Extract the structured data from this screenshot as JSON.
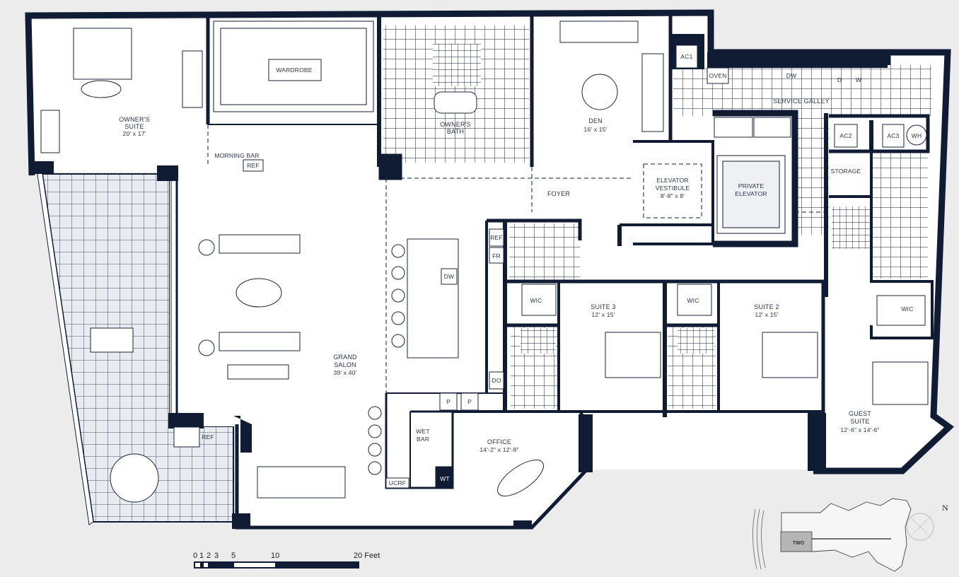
{
  "colors": {
    "wall": "#0f1c33",
    "paper": "#ececec",
    "floor": "#ffffff",
    "keyplan_unit": "#b5b5b5"
  },
  "rooms": {
    "owners_suite": {
      "name": "OWNER'S",
      "name2": "SUITE",
      "dims": "20' x 17'"
    },
    "wardrobe": {
      "name": "WARDROBE"
    },
    "owners_bath": {
      "name": "OWNER'S",
      "name2": "BATH"
    },
    "den": {
      "name": "DEN",
      "dims": "16' x 15'"
    },
    "morning_bar": {
      "name": "MORNING BAR",
      "ref": "REF"
    },
    "service_galley": {
      "name": "SERVICE GALLEY",
      "oven": "OVEN",
      "dw": "DW",
      "dryer": "D",
      "washer": "W"
    },
    "ac1": "AC1",
    "ac2": "AC2",
    "ac3": "AC3",
    "wh": "WH",
    "storage": {
      "name": "STORAGE"
    },
    "elevator_vestibule": {
      "name": "ELEVATOR",
      "name2": "VESTIBULE",
      "dims": "8'-8\" x 8'"
    },
    "private_elevator": {
      "name": "PRIVATE",
      "name2": "ELEVATOR"
    },
    "foyer": {
      "name": "FOYER"
    },
    "kitchen": {
      "ref": "REF",
      "fr": "FR",
      "dw": "DW",
      "do": "DO",
      "p1": "P",
      "p2": "P"
    },
    "suite3": {
      "name": "SUITE 3",
      "dims": "12' x 15'",
      "wic": "WIC"
    },
    "suite2": {
      "name": "SUITE 2",
      "dims": "12' x 15'",
      "wic": "WIC"
    },
    "guest_suite": {
      "name": "GUEST",
      "name2": "SUITE",
      "dims": "12'-6\" x 14'-6\"",
      "wic": "WIC"
    },
    "grand_salon": {
      "name": "GRAND",
      "name2": "SALON",
      "dims": "39' x 40'"
    },
    "wet_bar": {
      "name": "WET",
      "name2": "BAR",
      "wt": "WT",
      "ucrf": "UCRF"
    },
    "office": {
      "name": "OFFICE",
      "dims": "14'-2\" x 12'-8\""
    },
    "terrace": {
      "ref": "REF"
    }
  },
  "scale_bar": {
    "ticks": [
      "0",
      "1",
      "2",
      "3",
      "5",
      "10",
      "20 Feet"
    ]
  },
  "keyplan": {
    "unit_label": "TWO"
  },
  "compass": {
    "north": "N"
  }
}
